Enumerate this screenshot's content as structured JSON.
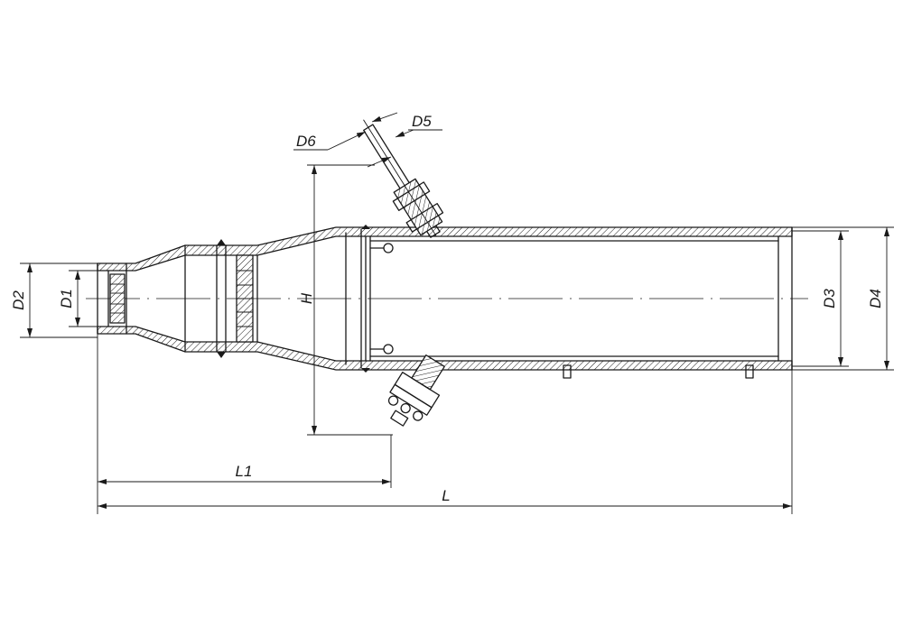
{
  "drawing": {
    "labels": {
      "d1": "D1",
      "d2": "D2",
      "d3": "D3",
      "d4": "D4",
      "d5": "D5",
      "d6": "D6",
      "h": "H",
      "l": "L",
      "l1": "L1"
    }
  }
}
